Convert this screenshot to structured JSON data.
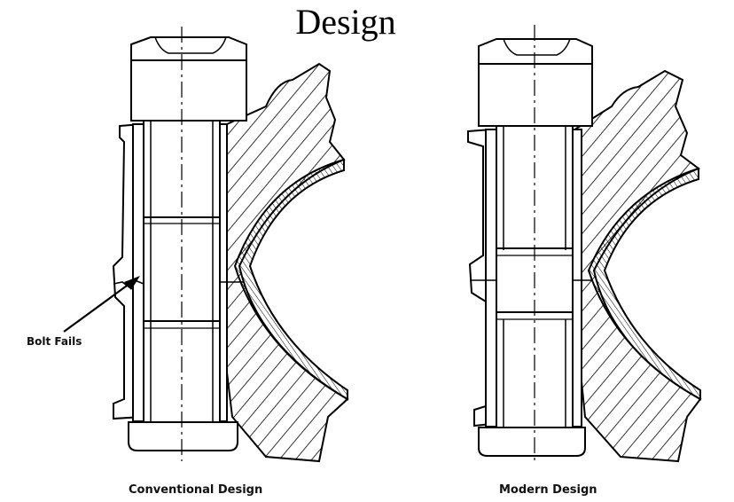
{
  "title": "Design",
  "left_caption": "Conventional Design",
  "right_caption": "Modern Design",
  "callout": "Bolt Fails",
  "colors": {
    "ink": "#000000",
    "background": "#ffffff"
  }
}
